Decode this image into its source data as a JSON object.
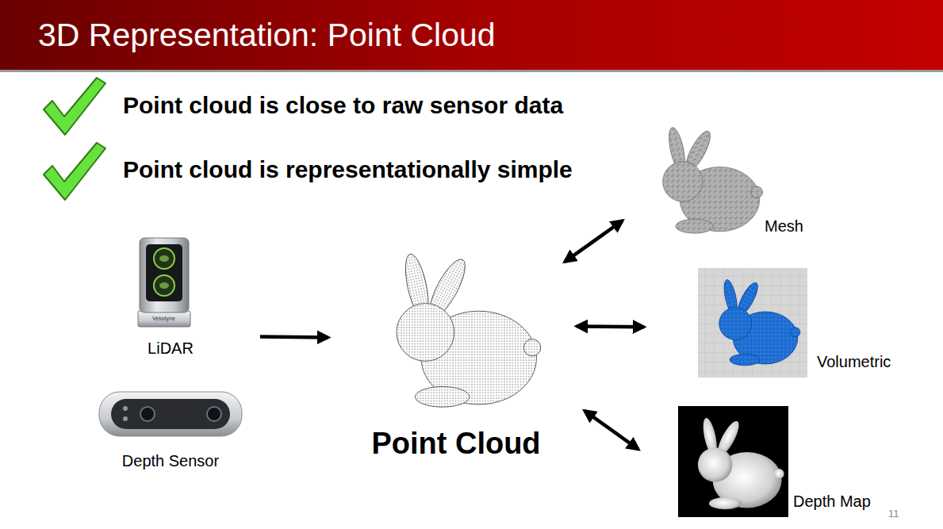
{
  "diagram": {
    "title": "3D Representation: Point Cloud",
    "nodes": [
      {
        "text": [
          "LiDAR"
        ]
      },
      {
        "text": [
          "Depth Sensor"
        ]
      },
      {
        "text": [
          "Point Cloud"
        ]
      },
      {
        "text": [
          "Mesh"
        ]
      },
      {
        "text": [
          "Volumetric"
        ]
      },
      {
        "text": [
          "Depth Map"
        ]
      }
    ],
    "edges": [
      {
        "from": 0,
        "to": 2,
        "arrow": "to"
      },
      {
        "from": 2,
        "to": 3,
        "arrow": "both"
      },
      {
        "from": 2,
        "to": 4,
        "arrow": "both"
      },
      {
        "from": 2,
        "to": 5,
        "arrow": "both"
      }
    ],
    "labels": [
      "Point cloud is close to raw sensor data",
      "Point cloud is representationally simple",
      "Velodyne",
      "11"
    ]
  }
}
